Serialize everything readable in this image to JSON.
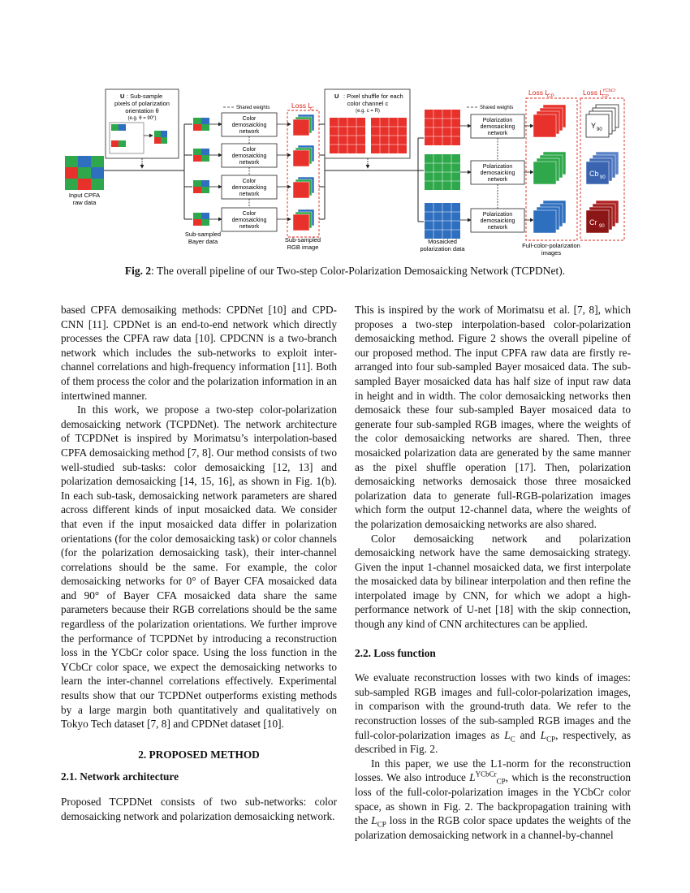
{
  "figure": {
    "input_label_1": "Input CPFA",
    "input_label_2": "raw data",
    "u_theta_title_1": "U",
    "u_theta_title_2": ": Sub-sample",
    "u_theta_title_3": "pixels of polarization",
    "u_theta_title_4": "orientation θ",
    "u_theta_example": "(e.g. θ = 90°)",
    "shared_weights": "Shared weights",
    "loss_c": "Loss L",
    "loss_c_sub": "C",
    "color_net_lines": [
      "Color",
      "demosaicking",
      "network"
    ],
    "subsampled_bayer_1": "Sub-sampled",
    "subsampled_bayer_2": "Bayer data",
    "subsampled_rgb_1": "Sub-sampled",
    "subsampled_rgb_2": "RGB image",
    "u_c_title_1": ": Pixel shuffle for each",
    "u_c_title_2": "color channel c",
    "u_c_example": "(e.g. c = R)",
    "mosaicked_1": "Mosaicked",
    "mosaicked_2": "polarization data",
    "pol_net_lines": [
      "Polarization",
      "demosaicking",
      "network"
    ],
    "loss_cp": "Loss L",
    "loss_cp_sub": "CP",
    "loss_ycbcr": "Loss L",
    "loss_ycbcr_sup": "YCbCr",
    "loss_ycbcr_sub": "CP",
    "full_color_1": "Full-color-polarization",
    "full_color_2": "images",
    "y_label": "Y",
    "y_sub": "90",
    "cb_label": "Cb",
    "cb_sub": "90",
    "cr_label": "Cr",
    "cr_sub": "90"
  },
  "caption": {
    "label": "Fig. 2",
    "text": ": The overall pipeline of our Two-step Color-Polarization Demosaicking Network (TCPDNet)."
  },
  "left": {
    "p1": "based CPFA demosaiking methods: CPDNet [10] and CPD-CNN [11]. CPDNet is an end-to-end network which directly processes the CPFA raw data [10]. CPDCNN is a two-branch network which includes the sub-networks to exploit inter-channel correlations and high-frequency information [11]. Both of them process the color and the polarization information in an intertwined manner.",
    "p2": "In this work, we propose a two-step color-polarization demosaicking network (TCPDNet). The network architecture of TCPDNet is inspired by Morimatsu’s interpolation-based CPFA demosaicking method [7, 8]. Our method consists of two well-studied sub-tasks: color demosaicking [12, 13] and polarization demosaicking [14, 15, 16], as shown in Fig. 1(b). In each sub-task, demosaicking network parameters are shared across different kinds of input mosaicked data. We consider that even if the input mosaicked data differ in polarization orientations (for the color demosaicking task) or color channels (for the polarization demosaicking task), their inter-channel correlations should be the same. For example, the color demosaicking networks for 0° of Bayer CFA mosaicked data and 90° of Bayer CFA mosaicked data share the same parameters because their RGB correlations should be the same regardless of the polarization orientations. We further improve the performance of TCPDNet by introducing a reconstruction loss in the YCbCr color space. Using the loss function in the YCbCr color space, we expect the demosaicking networks to learn the inter-channel correlations effectively. Experimental results show that our TCPDNet outperforms existing methods by a large margin both quantitatively and qualitatively on Tokyo Tech dataset [7, 8] and CPDNet dataset [10].",
    "sec2": "2. PROPOSED METHOD",
    "sub21": "2.1. Network architecture",
    "p3": "Proposed TCPDNet consists of two sub-networks: color demosaicking network and polarization demosaicking network."
  },
  "right": {
    "p1": "This is inspired by the work of Morimatsu et al. [7, 8], which proposes a two-step interpolation-based color-polarization demosaicking method. Figure 2 shows the overall pipeline of our proposed method. The input CPFA raw data are firstly re-arranged into four sub-sampled Bayer mosaiced data. The sub-sampled Bayer mosaicked data has half size of input raw data in height and in width. The color demosaicking networks then demosaick these four sub-sampled Bayer mosaiced data to generate four sub-sampled RGB images, where the weights of the color demosaicking networks are shared. Then, three mosaicked polarization data are generated by the same manner as the pixel shuffle operation [17]. Then, polarization demosaicking networks demosaick those three mosaicked polarization data to generate full-RGB-polarization images which form the output 12-channel data, where the weights of the polarization demosaicking networks are also shared.",
    "p2": "Color demosaicking network and polarization demosaicking network have the same demosaicking strategy. Given the input 1-channel mosaicked data, we first interpolate the mosaicked data by bilinear interpolation and then refine the interpolated image by CNN, for which we adopt a high-performance network of U-net [18] with the skip connection, though any kind of CNN architectures can be applied.",
    "sub22": "2.2. Loss function",
    "p3a": "We evaluate reconstruction losses with two kinds of images: sub-sampled RGB images and full-color-polarization images, in comparison with the ground-truth data. We refer to the reconstruction losses of the sub-sampled RGB images and the full-color-polarization images as ",
    "p3_lc": "L",
    "p3_lc_sub": "C",
    "p3b": " and ",
    "p3_lcp": "L",
    "p3_lcp_sub": "CP",
    "p3c": ", respectively, as described in Fig. 2.",
    "p4a": "In this paper, we use the L1-norm for the reconstruction losses. We also introduce ",
    "p4_l": "L",
    "p4_sup": "YCbCr",
    "p4_sub": "CP",
    "p4b": ", which is the reconstruction loss of the full-color-polarization images in the YCbCr color space, as shown in Fig. 2. The backpropagation training with the ",
    "p4_l2": "L",
    "p4_l2_sub": "CP",
    "p4c": " loss in the RGB color space updates the weights of the polarization demosaicking network in a channel-by-channel"
  },
  "colors": {
    "red": "#e8312b",
    "green": "#2ea84a",
    "blue": "#2f6fbf",
    "loss": "#d9261c"
  }
}
